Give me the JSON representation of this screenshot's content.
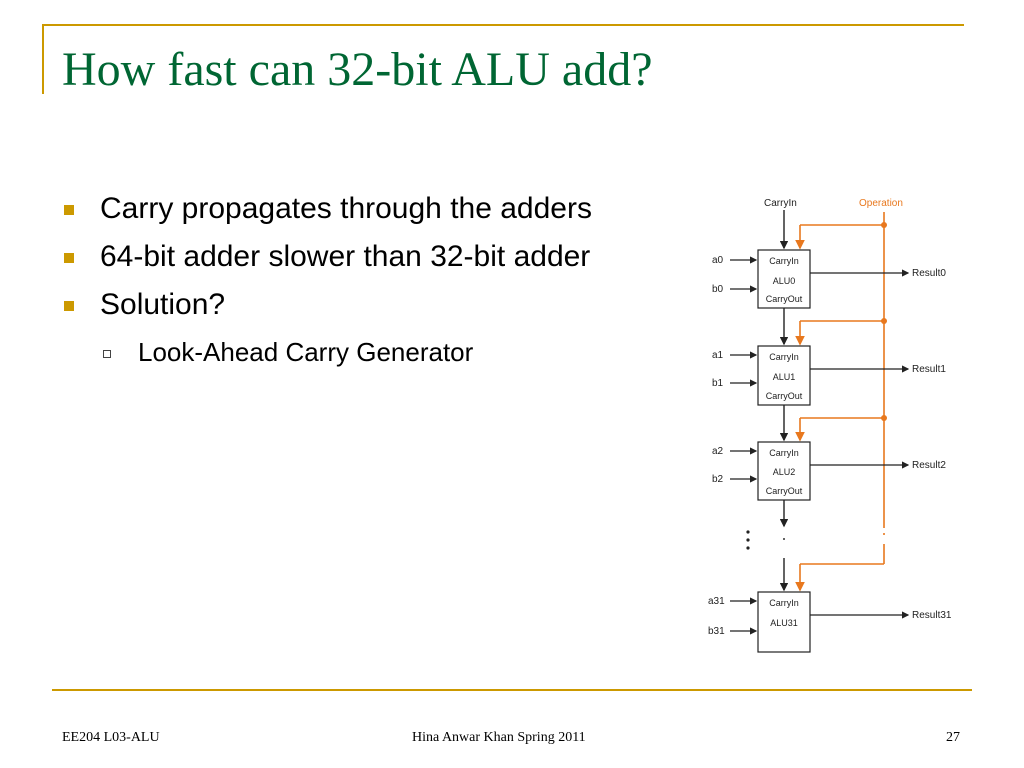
{
  "slide": {
    "title": "How fast can 32-bit ALU add?",
    "bullets": [
      "Carry propagates through the adders",
      "64-bit adder slower than 32-bit adder",
      "Solution?"
    ],
    "sub_bullets": [
      "Look-Ahead Carry Generator"
    ]
  },
  "diagram": {
    "carry_in_label": "CarryIn",
    "operation_label": "Operation",
    "alus": [
      {
        "a": "a0",
        "b": "b0",
        "name": "ALU0",
        "carry_in": "CarryIn",
        "carry_out": "CarryOut",
        "result": "Result0"
      },
      {
        "a": "a1",
        "b": "b1",
        "name": "ALU1",
        "carry_in": "CarryIn",
        "carry_out": "CarryOut",
        "result": "Result1"
      },
      {
        "a": "a2",
        "b": "b2",
        "name": "ALU2",
        "carry_in": "CarryIn",
        "carry_out": "CarryOut",
        "result": "Result2"
      },
      {
        "a": "a31",
        "b": "b31",
        "name": "ALU31",
        "carry_in": "CarryIn",
        "carry_out": "",
        "result": "Result31"
      }
    ]
  },
  "footer": {
    "left": "EE204 L03-ALU",
    "center": "Hina Anwar Khan Spring 2011",
    "page": "27"
  },
  "colors": {
    "accent": "#cc9900",
    "title": "#006633",
    "operation": "#e8781e"
  }
}
